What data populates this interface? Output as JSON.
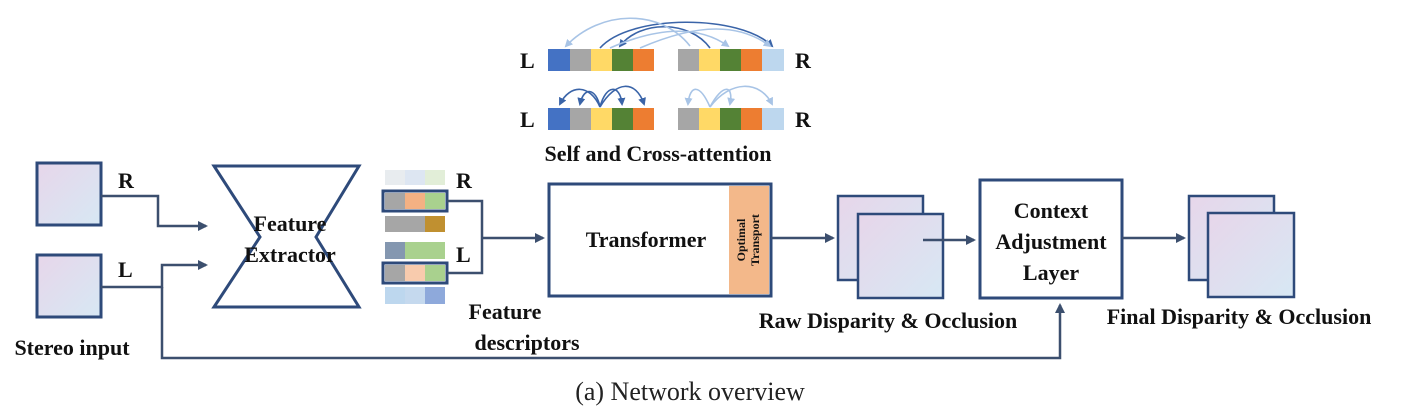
{
  "colors": {
    "line": "#3c4f6e",
    "box_border": "#2e4a7a",
    "transport_fill": "#f3b88a",
    "arrow_dark": "#3a64a8",
    "arrow_light": "#a8c4e6",
    "cell_blue": "#4472c4",
    "cell_gray": "#a6a6a6",
    "cell_yellow": "#ffd966",
    "cell_green": "#548235",
    "cell_orange": "#ed7d31",
    "cell_lightblue": "#bdd7ee"
  },
  "attention": {
    "row1_left_label": "L",
    "row1_right_label": "R",
    "row2_left_label": "L",
    "row2_right_label": "R",
    "caption": "Self and Cross-attention"
  },
  "inputs": {
    "right_label": "R",
    "left_label": "L",
    "caption": "Stereo input"
  },
  "feature_extractor": {
    "line1": "Feature",
    "line2": "Extractor"
  },
  "descriptors": {
    "right_label": "R",
    "left_label": "L",
    "caption_line1": "Feature",
    "caption_line2": "descriptors"
  },
  "transformer": {
    "label": "Transformer",
    "ot_line1": "Optimal",
    "ot_line2": "Transport"
  },
  "raw_output": {
    "caption": "Raw Disparity & Occlusion"
  },
  "context_layer": {
    "line1": "Context",
    "line2": "Adjustment",
    "line3": "Layer"
  },
  "final_output": {
    "caption": "Final Disparity & Occlusion"
  },
  "figure_caption": "(a) Network overview"
}
